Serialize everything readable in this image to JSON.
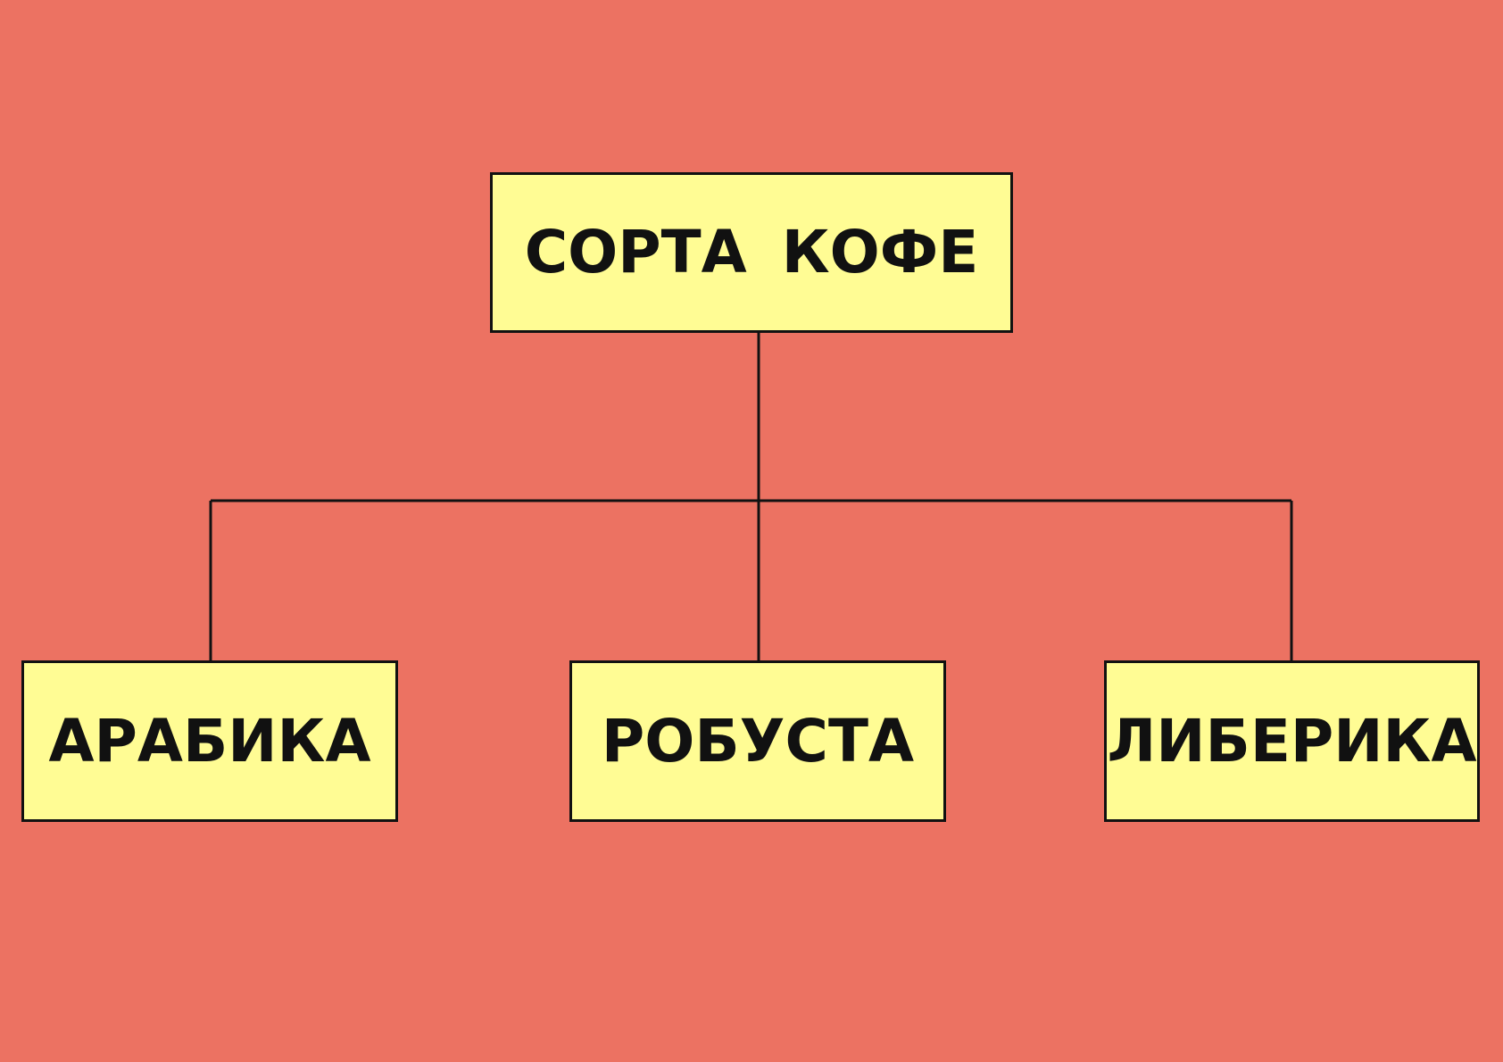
{
  "diagram": {
    "root": {
      "label": "СОРТА КОФЕ"
    },
    "children": [
      {
        "label": "АРАБИКА"
      },
      {
        "label": "РОБУСТА"
      },
      {
        "label": "ЛИБЕРИКА"
      }
    ]
  },
  "colors": {
    "background": "#EC7262",
    "node_fill": "#FFFC94",
    "outline": "#111111"
  }
}
